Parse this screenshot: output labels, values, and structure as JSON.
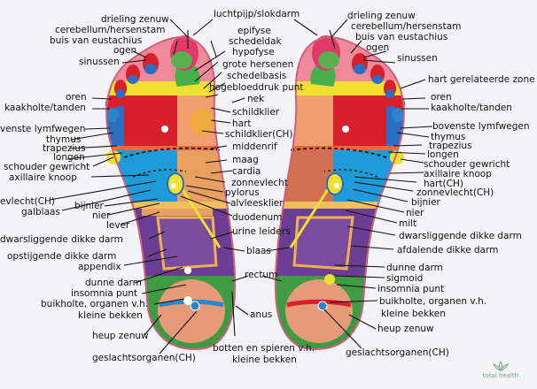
{
  "labels": {
    "luchtpijp": "luchtpijp/slokdarm",
    "drieling_l": "drieling zenuw",
    "drieling_r": "drieling zenuw",
    "cerebellum_l": "cerebellum/hersenstam",
    "cerebellum_r": "cerebellum/hersenstam",
    "epifyse": "epifyse",
    "buis_l": "buis van eustachius",
    "buis_r": "buis van eustachius",
    "schedeldak": "schedeldak",
    "ogen_l": "ogen",
    "ogen_r": "ogen",
    "hypofyse": "hypofyse",
    "sinussen_l": "sinussen",
    "sinussen_r": "sinussen",
    "grote_hersenen": "grote hersenen",
    "schedelbasis": "schedelbasis",
    "hart_zone": "hart gerelateerde zone",
    "hogebloeddruk": "hogebloeddruk punt",
    "oren_l": "oren",
    "oren_r": "oren",
    "nek": "nek",
    "kaakholte_l": "kaakholte/tanden",
    "kaakholte_r": "kaakholte/tanden",
    "schildklier": "schildklier",
    "hart": "hart",
    "lymf_l": "venste lymfwegen",
    "lymf_r": "bovenste lymfwegen",
    "schildklier_ch": "schildklier(CH)",
    "thymus_l": "thymus",
    "thymus_r": "thymus",
    "middenrif": "middenrif",
    "trapezius_l": "trapezius",
    "trapezius_r": "trapezius",
    "longen_l": "longen",
    "longen_r": "longen",
    "maag": "maag",
    "schouder_l": "schouder gewricht",
    "schouder_r": "schouder gewricht",
    "cardia": "cardia",
    "axillaire_l": "axillaire knoop",
    "axillaire_r": "axillaire knoop",
    "hart_ch": "hart(CH)",
    "zonnevlecht": "zonnevlecht",
    "zonnevlecht_ch_l": "evlecht(CH)",
    "zonnevlecht_ch_r": "zonnevlecht(CH)",
    "pylorus": "pylorus",
    "galblaas": "galblaas",
    "bijnier_l": "bijnier",
    "bijnier_r": "bijnier",
    "alvleesklier": "alvleesklier",
    "nier_l": "nier",
    "nier_r": "nier",
    "duodenum": "duodenum",
    "lever": "lever",
    "milt": "milt",
    "urine": "urine leiders",
    "dwars_l": "dwarsliggende dikke darm",
    "dwars_r": "dwarsliggende dikke darm",
    "blaas": "blaas",
    "opstijgende": "opstijgende dikke darm",
    "afdalende": "afdalende dikke darm",
    "appendix": "appendix",
    "rectum": "rectum",
    "dunne_l": "dunne darm",
    "dunne_r": "dunne darm",
    "sigmoid": "sigmoid",
    "insomnia_l": "insomnia punt",
    "insomnia_r": "insomnia punt",
    "buikholte_l": "buikholte, organen v.h.",
    "buikholte_r": "buikholte, organen v.h.",
    "kleine_bekken_l": "kleine bekken",
    "kleine_bekken_r": "kleine bekken",
    "anus": "anus",
    "heup_l": "heup zenuw",
    "heup_r": "heup zenuw",
    "botten1": "botten en spieren v.h.",
    "botten2": "kleine bekken",
    "geslacht_l": "geslachtsorganen(CH)",
    "geslacht_r": "geslachtsorganen(CH)"
  },
  "logo": {
    "text": "total health",
    "icon": "lotus-icon"
  },
  "colors": {
    "background": "#f4f4f7",
    "heel_green": "#3f9a44",
    "heel_peach": "#e59a78",
    "intestine_purple": "#6c3e93",
    "liver_orange": "#e8a03c",
    "lung_red": "#d8202c",
    "stomach_blue": "#1e8fc8",
    "kidney_yellow": "#e8d82a",
    "toe_pink": "#d83a6a"
  }
}
